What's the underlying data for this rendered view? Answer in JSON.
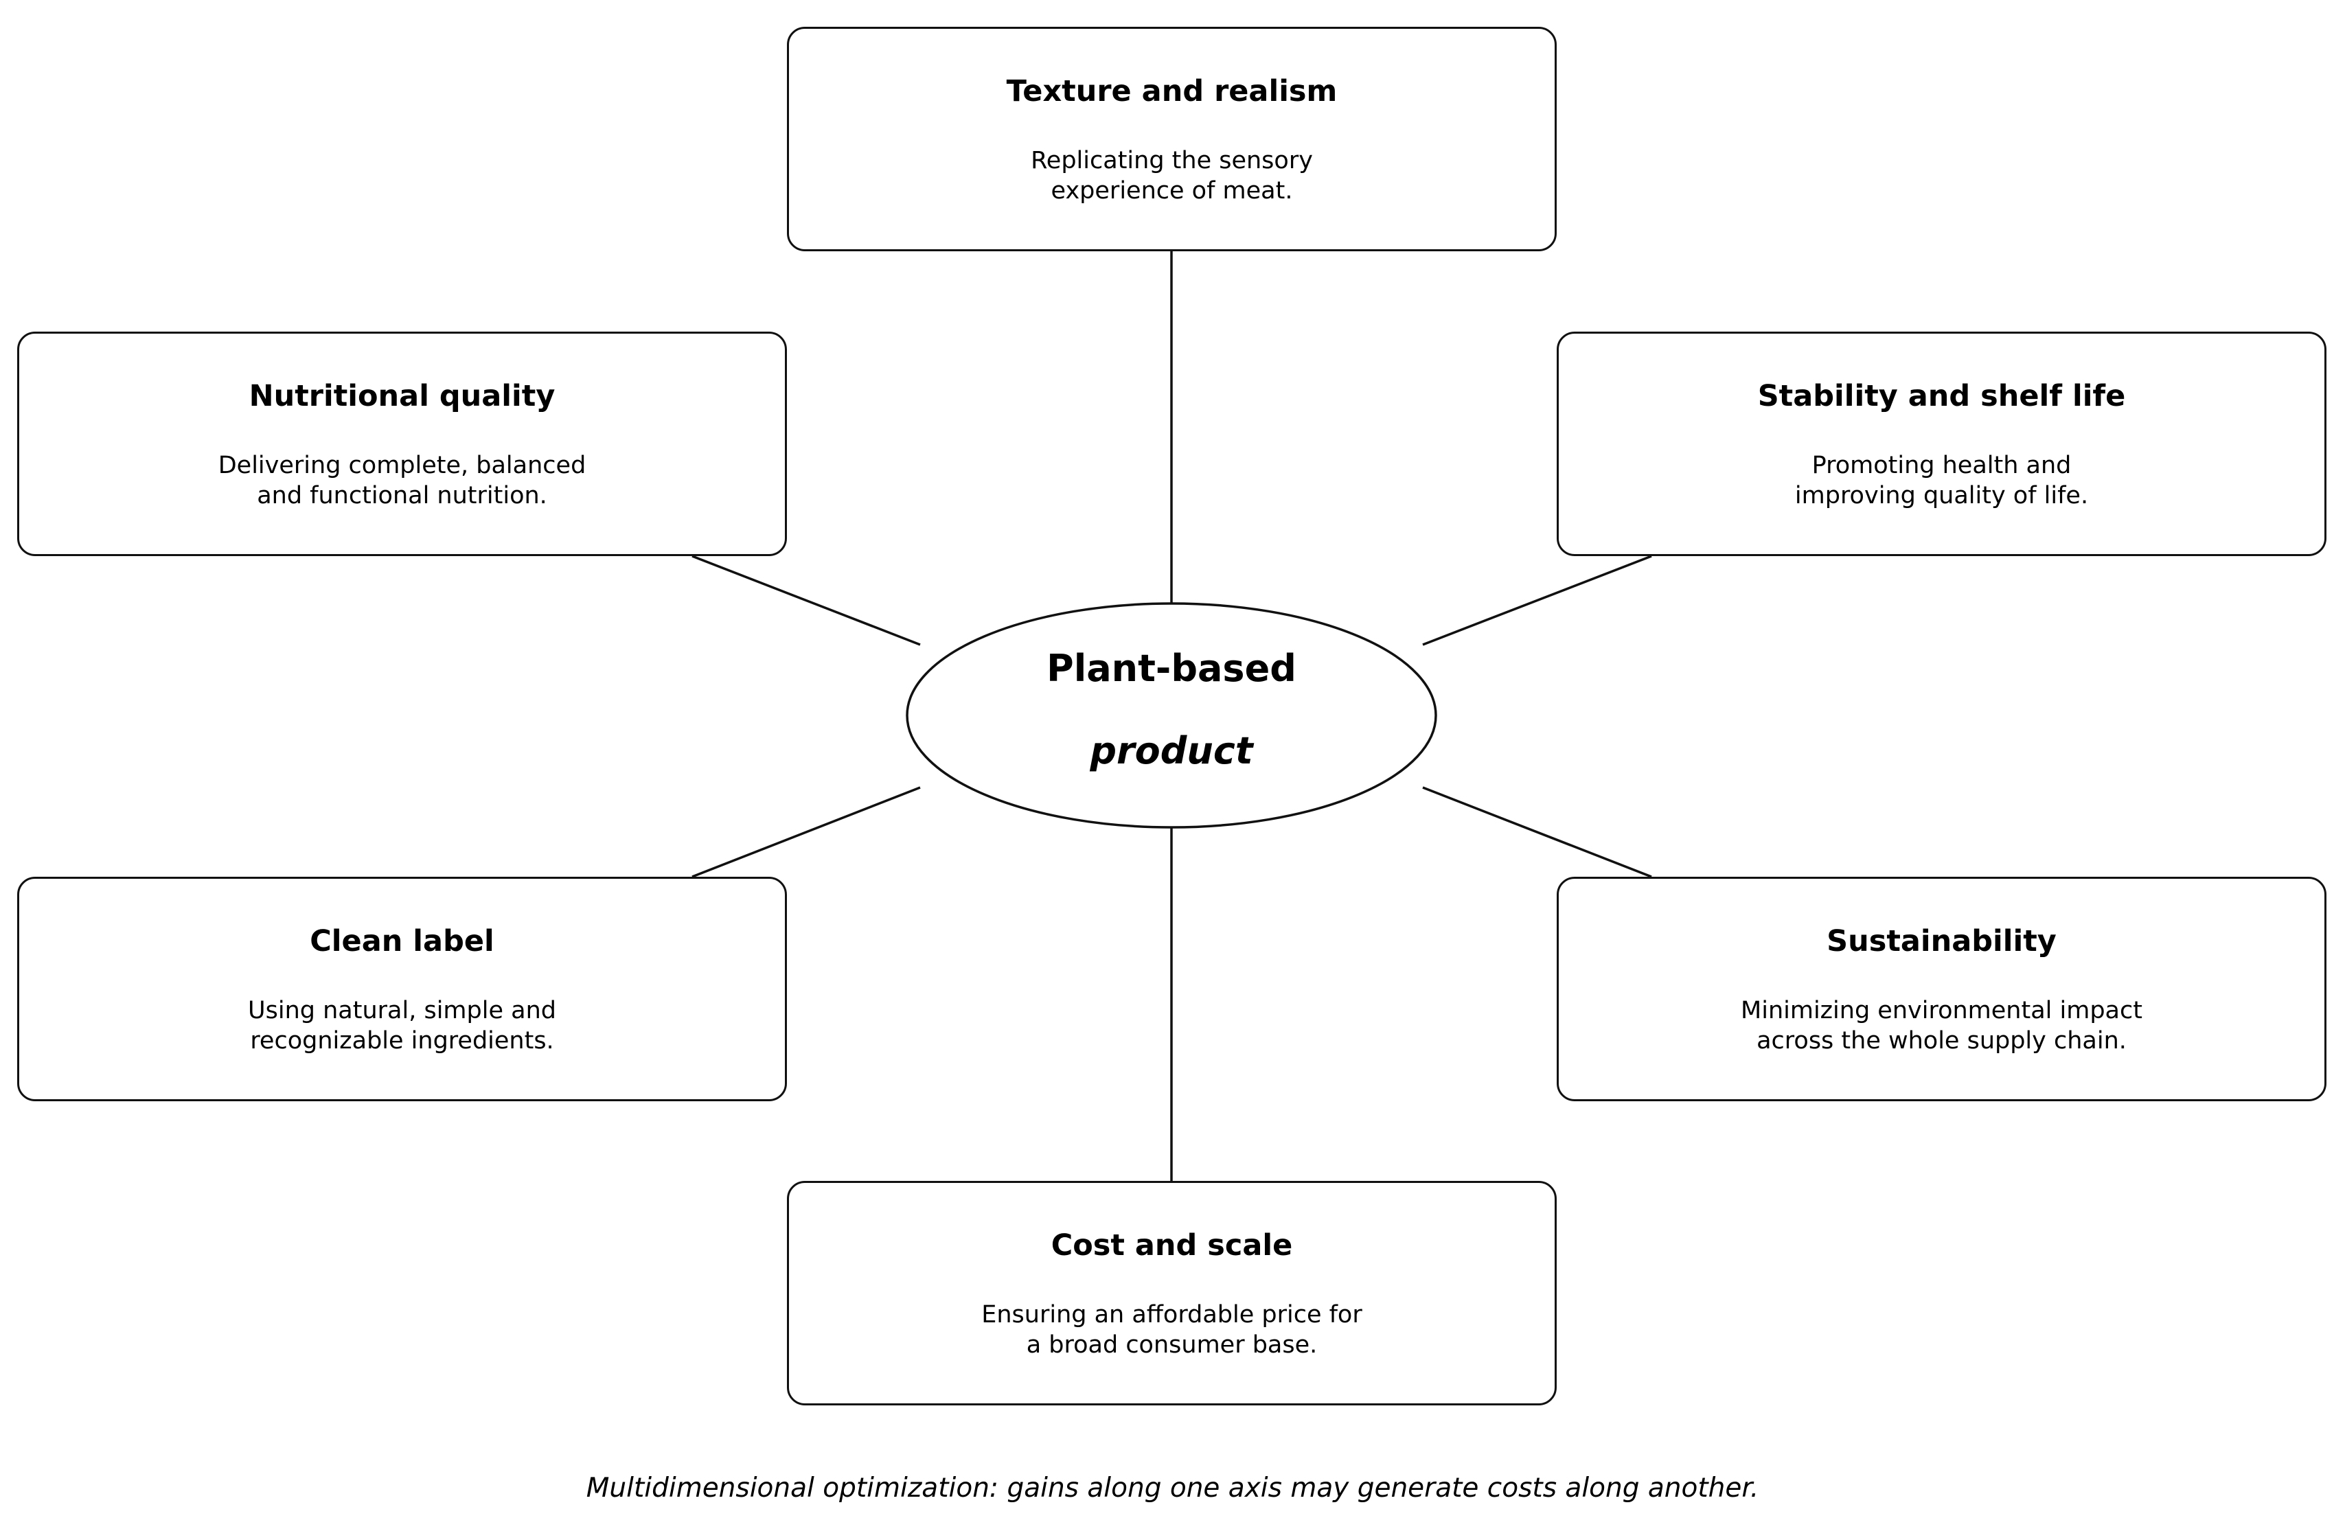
{
  "center": {
    "line1": "Plant-based",
    "line2": "product"
  },
  "nodes": [
    {
      "id": "texture",
      "title": "Texture and realism",
      "desc": "Replicating the sensory\nexperience of meat."
    },
    {
      "id": "nutrition",
      "title": "Nutritional quality",
      "desc": "Delivering complete, balanced\nand functional nutrition."
    },
    {
      "id": "stability",
      "title": "Stability and shelf life",
      "desc": "Promoting health and\nimproving quality of life."
    },
    {
      "id": "clean",
      "title": "Clean label",
      "desc": "Using natural, simple and\nrecognizable ingredients."
    },
    {
      "id": "sustainability",
      "title": "Sustainability",
      "desc": "Minimizing environmental impact\nacross the whole supply chain."
    },
    {
      "id": "cost",
      "title": "Cost and scale",
      "desc": "Ensuring an affordable price for\na broad consumer base."
    }
  ],
  "caption": "Multidimensional optimization: gains along one axis may generate costs along another."
}
